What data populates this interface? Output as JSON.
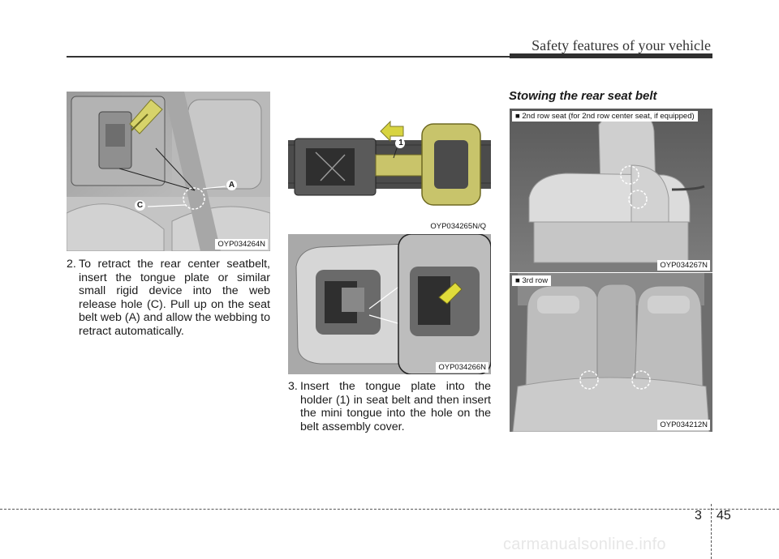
{
  "header": {
    "section_title": "Safety features of your vehicle"
  },
  "figures": {
    "fig1": {
      "code": "OYP034264N",
      "callouts": {
        "a": "A",
        "c": "C"
      }
    },
    "fig2": {
      "code": "OYP034265N/Q",
      "callouts": {
        "one": "1"
      }
    },
    "fig3": {
      "code": "OYP034266N"
    },
    "fig4": {
      "code": "OYP034267N",
      "caption": "■ 2nd row seat (for 2nd row center seat, if equipped)"
    },
    "fig5": {
      "code": "OYP034212N",
      "caption": "■ 3rd row"
    }
  },
  "steps": {
    "step2": {
      "number": "2.",
      "text": "To retract the rear center seatbelt, insert the tongue plate or similar small rigid device into the web release hole (C). Pull up on the seat belt web (A) and allow the webbing to retract automatically."
    },
    "step3": {
      "number": "3.",
      "text": "Insert the tongue plate into the holder (1) in seat belt and then insert the mini tongue into the hole on the belt assembly cover."
    }
  },
  "stowing": {
    "heading": "Stowing the rear seat belt"
  },
  "footer": {
    "chapter": "3",
    "page": "45",
    "watermark": "carmanualsonline.info"
  }
}
